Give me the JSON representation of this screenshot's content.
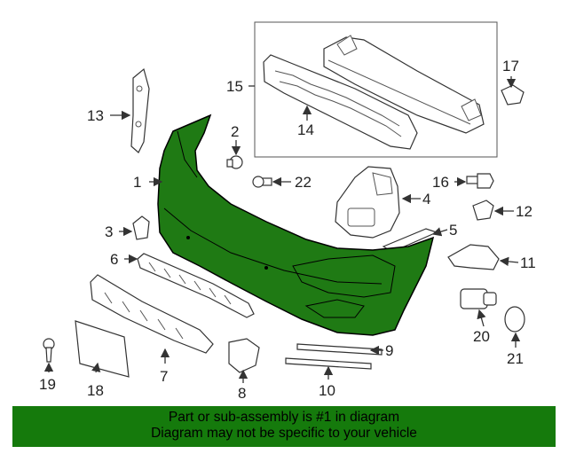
{
  "diagram": {
    "highlight_color": "#1f7a14",
    "callouts": [
      "1",
      "2",
      "3",
      "4",
      "5",
      "6",
      "7",
      "8",
      "9",
      "10",
      "11",
      "12",
      "13",
      "14",
      "15",
      "16",
      "17",
      "18",
      "19",
      "20",
      "21",
      "22"
    ]
  },
  "footer": {
    "line1": "Part or sub-assembly is #1 in diagram",
    "line2": "Diagram may not be specific to your vehicle",
    "background": "#157a0c"
  }
}
